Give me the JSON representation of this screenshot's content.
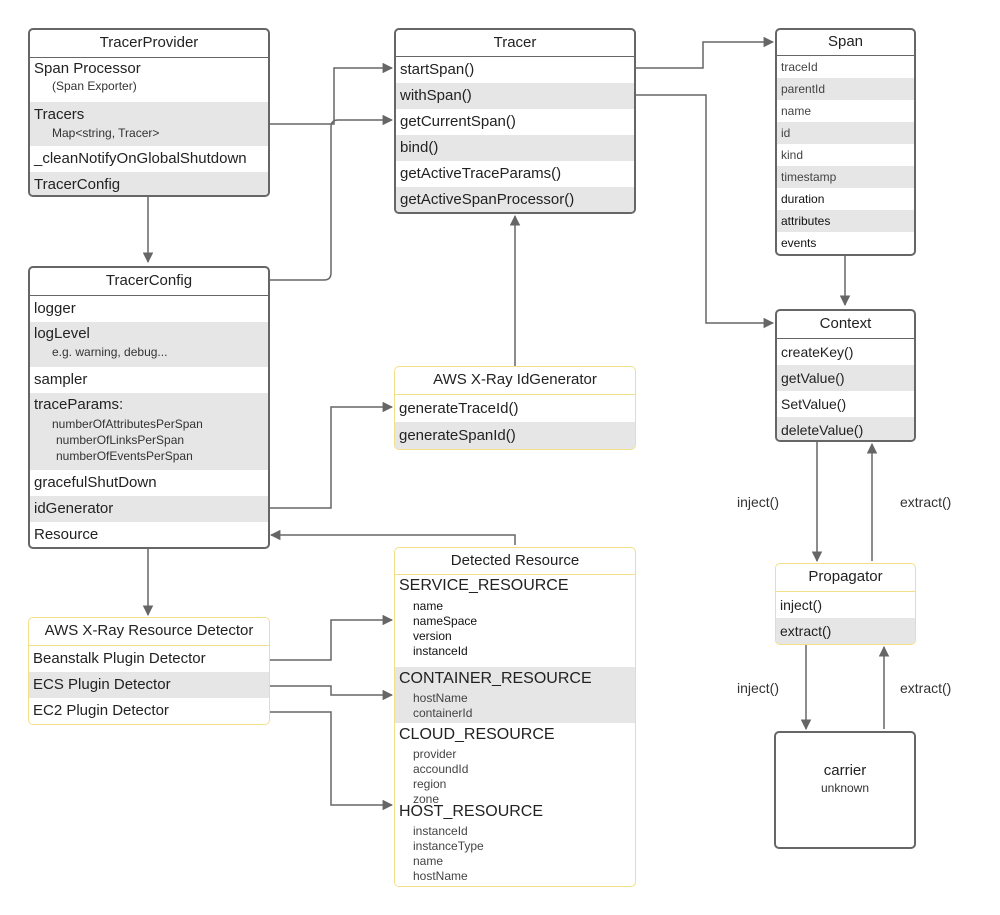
{
  "colors": {
    "border": "#666666",
    "yellow_border": "#f3df8a",
    "row_shade": "#e6e6e6",
    "line": "#666666"
  },
  "tracer_provider": {
    "title": "TracerProvider",
    "span_processor": "Span Processor",
    "span_processor_sub": "(Span Exporter)",
    "tracers": "Tracers",
    "tracers_sub": "Map<string, Tracer>",
    "clean_notify": "_cleanNotifyOnGlobalShutdown",
    "tracer_config": "TracerConfig"
  },
  "tracer_config": {
    "title": "TracerConfig",
    "logger": "logger",
    "log_level": "logLevel",
    "log_level_sub": "e.g. warning, debug...",
    "sampler": "sampler",
    "trace_params": "traceParams:",
    "trace_params_items": [
      "numberOfAttributesPerSpan",
      "numberOfLinksPerSpan",
      "numberOfEventsPerSpan"
    ],
    "graceful": "gracefulShutDown",
    "id_generator": "idGenerator",
    "resource": "Resource"
  },
  "tracer": {
    "title": "Tracer",
    "methods": [
      "startSpan()",
      "withSpan()",
      "getCurrentSpan()",
      "bind()",
      "getActiveTraceParams()",
      "getActiveSpanProcessor()"
    ]
  },
  "span": {
    "title": "Span",
    "fields": [
      "traceId",
      "parentId",
      "name",
      "id",
      "kind",
      "timestamp",
      "duration",
      "attributes",
      "events"
    ]
  },
  "context": {
    "title": "Context",
    "methods": [
      "createKey()",
      "getValue()",
      "SetValue()",
      "deleteValue()"
    ]
  },
  "id_generator": {
    "title": "AWS X-Ray IdGenerator",
    "methods": [
      "generateTraceId()",
      "generateSpanId()"
    ]
  },
  "resource_detector": {
    "title": "AWS X-Ray Resource Detector",
    "items": [
      "Beanstalk Plugin Detector",
      "ECS Plugin Detector",
      "EC2 Plugin Detector"
    ]
  },
  "detected_resource": {
    "title": "Detected Resource",
    "service": {
      "name": "SERVICE_RESOURCE",
      "fields": [
        "name",
        "nameSpace",
        "version",
        "instanceId"
      ]
    },
    "container": {
      "name": "CONTAINER_RESOURCE",
      "fields": [
        "hostName",
        "containerId"
      ]
    },
    "cloud": {
      "name": "CLOUD_RESOURCE",
      "fields": [
        "provider",
        "accoundId",
        "region",
        "zone"
      ]
    },
    "host": {
      "name": "HOST_RESOURCE",
      "fields": [
        "instanceId",
        "instanceType",
        "name",
        "hostName"
      ]
    }
  },
  "propagator": {
    "title": "Propagator",
    "methods": [
      "inject()",
      "extract()"
    ]
  },
  "carrier": {
    "title": "carrier",
    "subtitle": "unknown"
  },
  "edge_labels": {
    "ctx_inject": "inject()",
    "ctx_extract": "extract()",
    "carrier_inject": "inject()",
    "carrier_extract": "extract()"
  }
}
